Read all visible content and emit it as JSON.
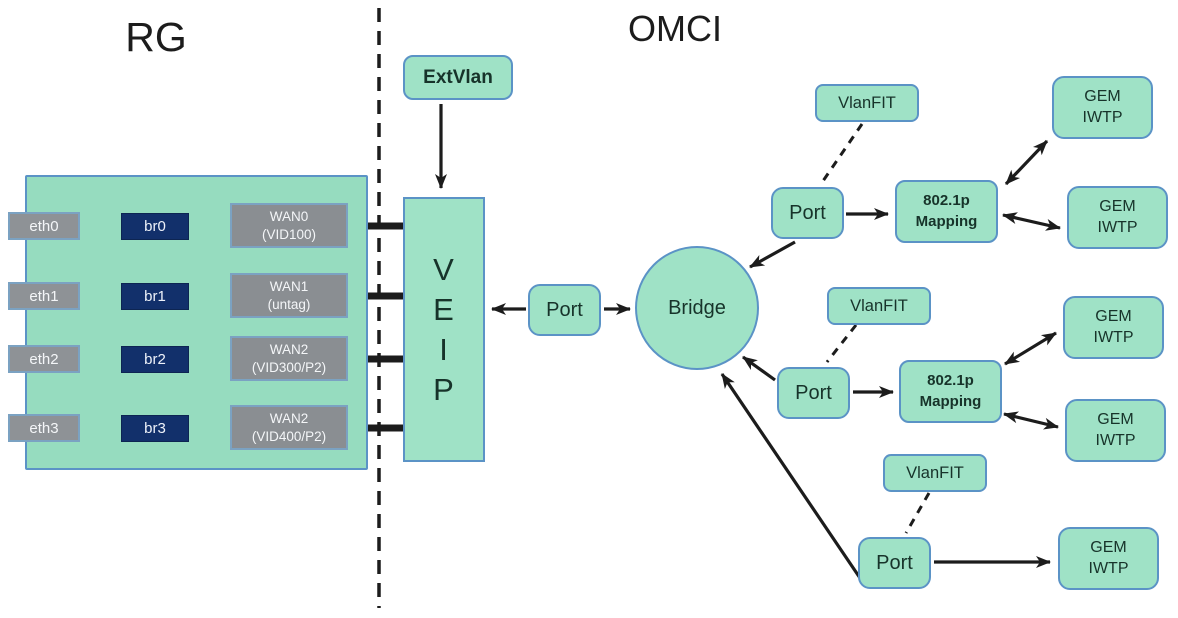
{
  "titles": {
    "left": "RG",
    "right": "OMCI"
  },
  "colors": {
    "box_green": "#9fe2c6",
    "container_green": "#96dcbf",
    "border_blue": "#5b93c6",
    "gray_box": "#8e9296",
    "navy_box": "#12306b",
    "connector_gray": "#b5b9bc",
    "line_black": "#1c1c1c"
  },
  "rg": {
    "eth_ports": [
      "eth0",
      "eth1",
      "eth2",
      "eth3"
    ],
    "bridges": [
      "br0",
      "br1",
      "br2",
      "br3"
    ],
    "wan": [
      {
        "line1": "WAN0",
        "line2": "(VID100)"
      },
      {
        "line1": "WAN1",
        "line2": "(untag)"
      },
      {
        "line1": "WAN2",
        "line2": "(VID300/P2)"
      },
      {
        "line1": "WAN2",
        "line2": "(VID400/P2)"
      }
    ]
  },
  "omci": {
    "extvlan_label": "ExtVlan",
    "veip": [
      "V",
      "E",
      "I",
      "P"
    ],
    "port_label": "Port",
    "bridge_label": "Bridge",
    "vlanfit_label": "VlanFIT",
    "mapping": {
      "line1": "802.1p",
      "line2": "Mapping"
    },
    "gem_iwtp": {
      "line1": "GEM",
      "line2": "IWTP"
    }
  }
}
